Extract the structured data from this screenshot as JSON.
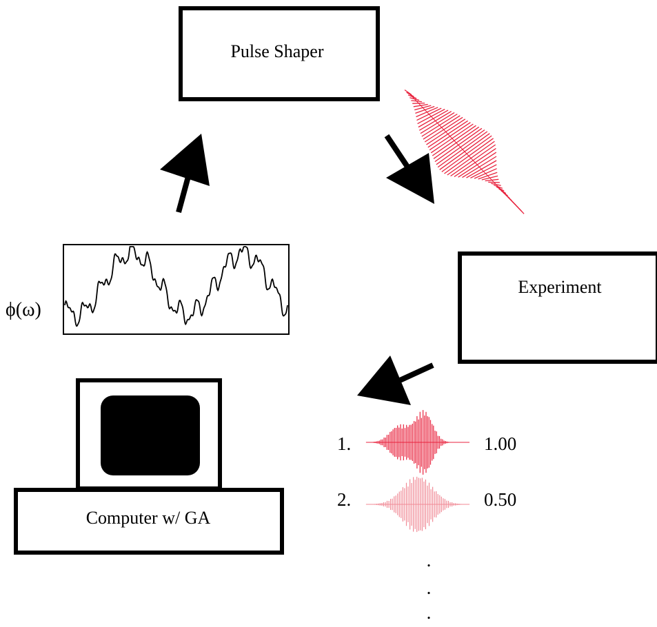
{
  "boxes": {
    "pulse_shaper": "Pulse Shaper",
    "experiment": "Experiment",
    "computer": "Computer w/ GA"
  },
  "phase_plot": {
    "label": "ϕ(ω)"
  },
  "ranking": [
    {
      "rank": "1.",
      "score": "1.00"
    },
    {
      "rank": "2.",
      "score": "0.50"
    }
  ],
  "ellipsis": [
    ".",
    ".",
    "."
  ],
  "colors": {
    "pulse_strong": "#e8213c",
    "pulse_faded": "#f08a96",
    "line": "#000000"
  },
  "icons": {
    "arrows": "thick-black-arrow-icon",
    "computer": "computer-monitor-icon"
  }
}
